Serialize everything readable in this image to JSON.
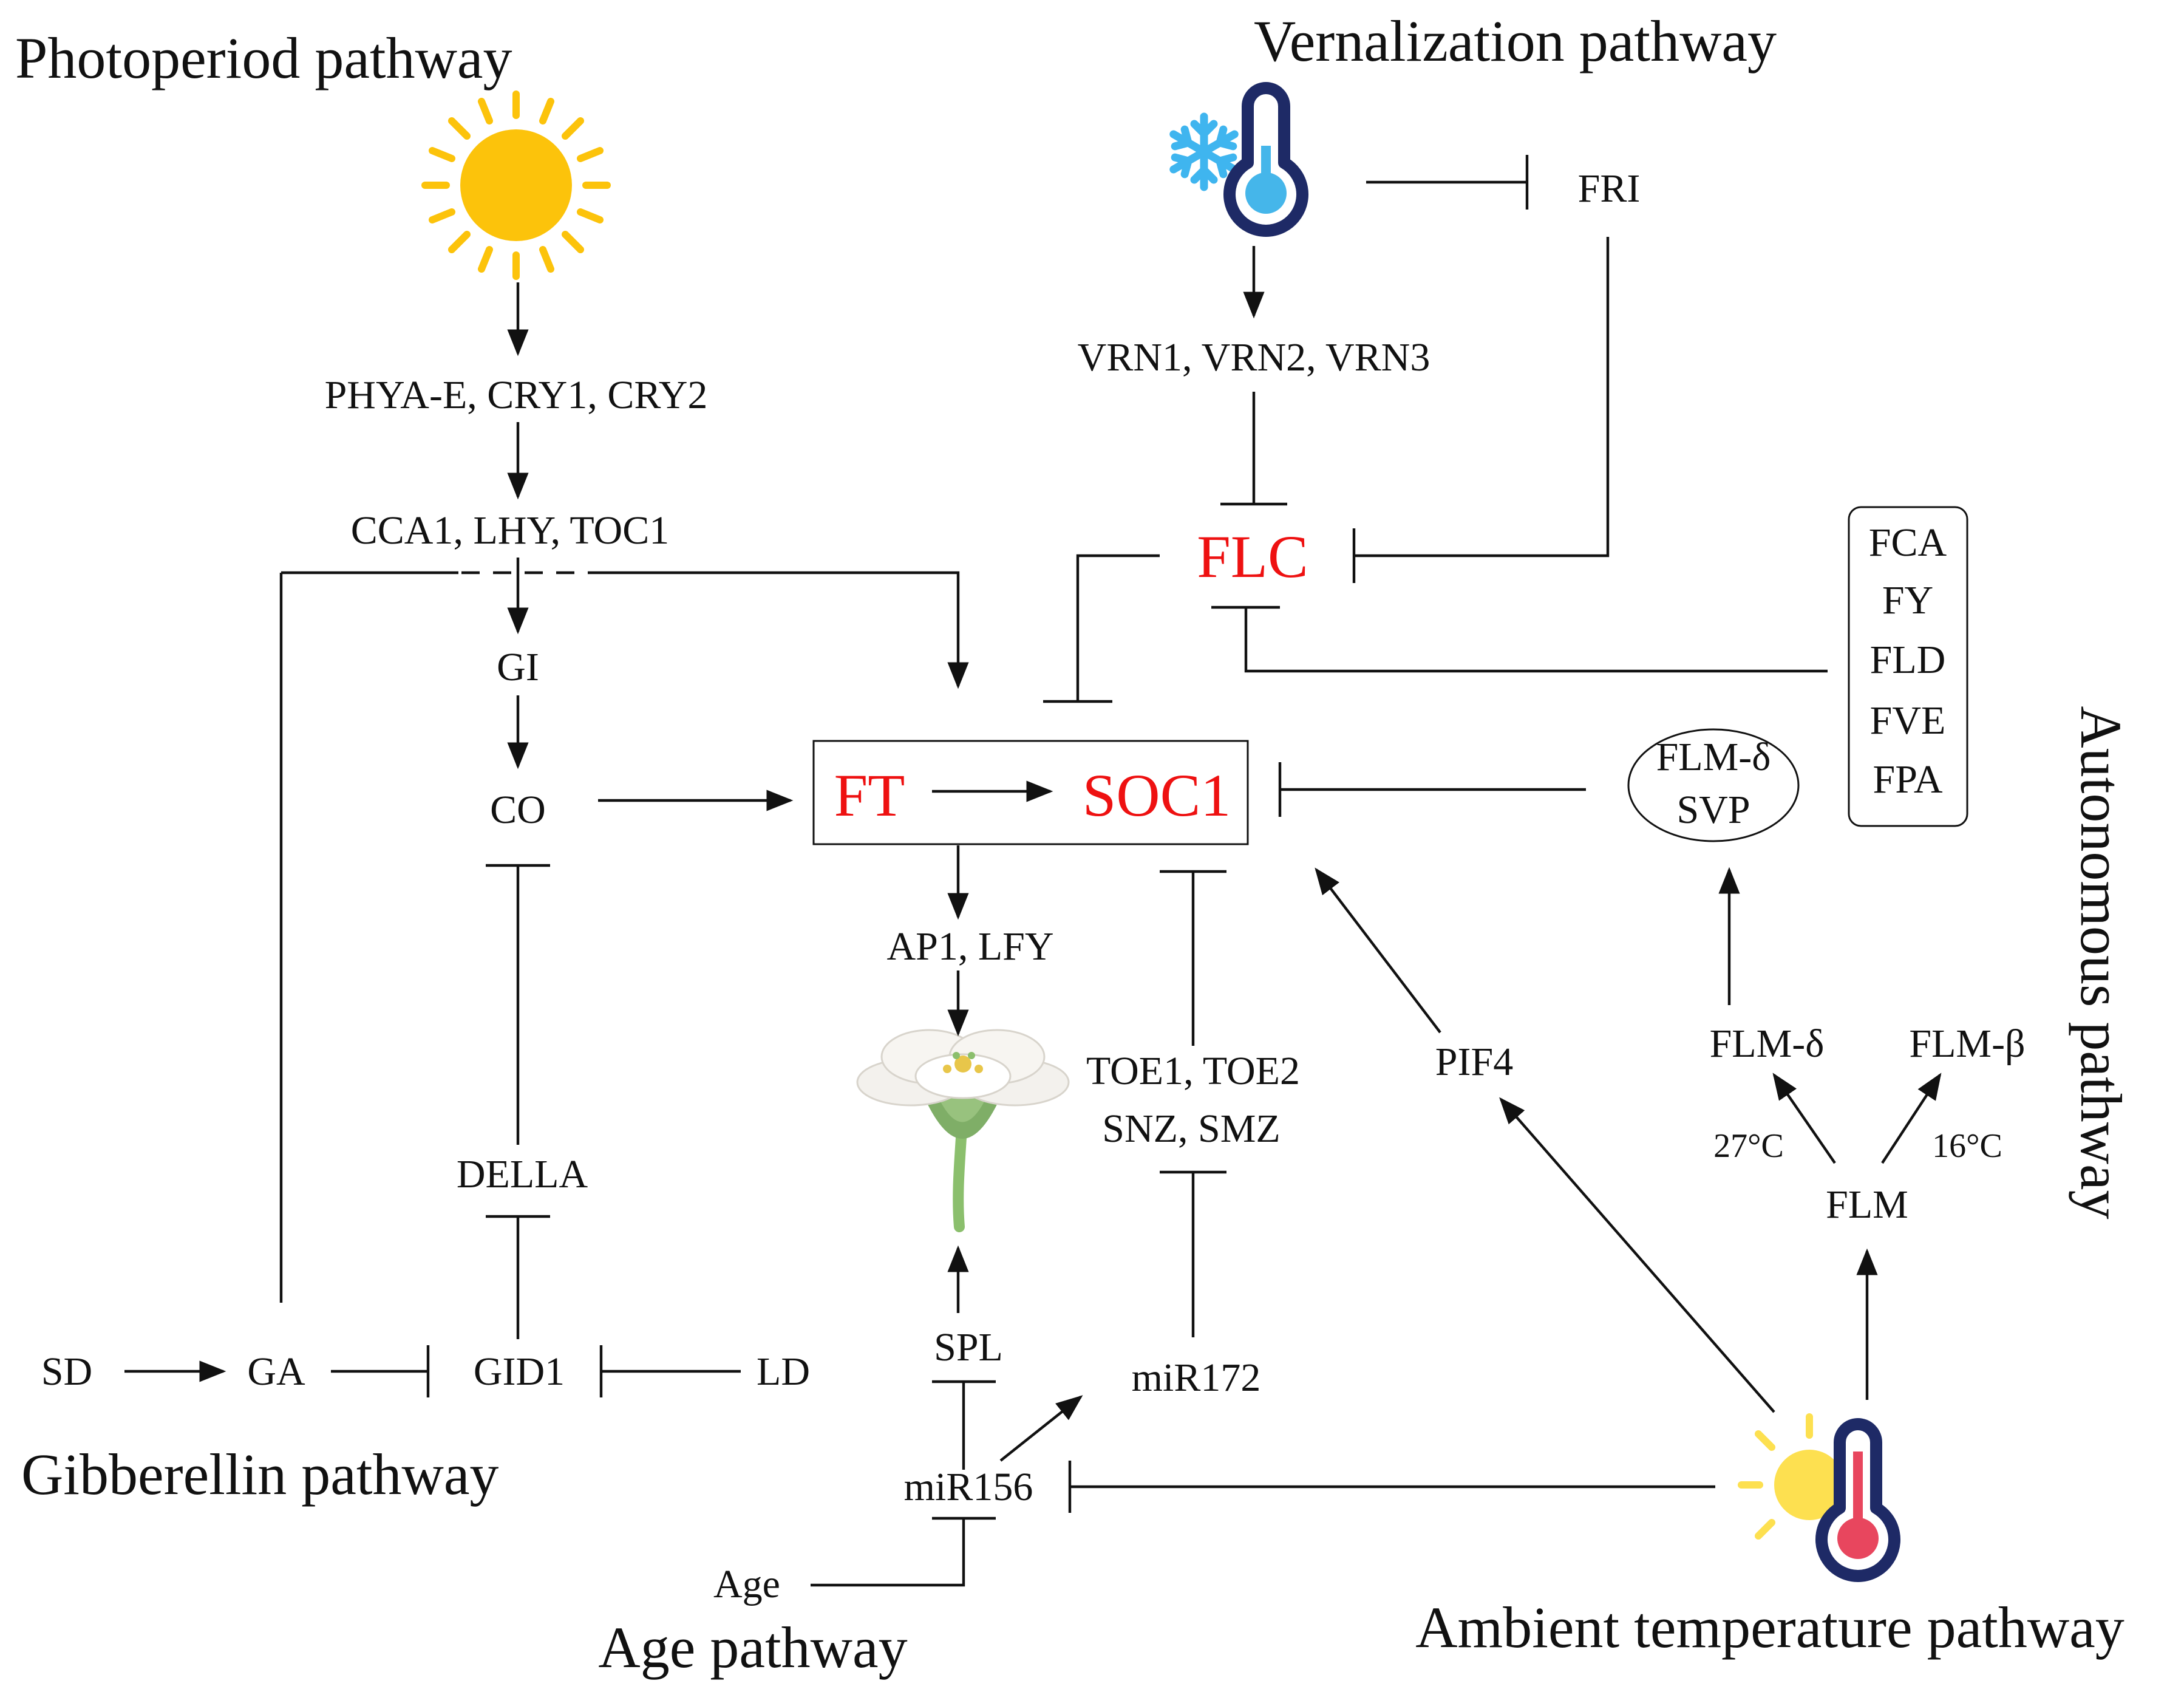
{
  "pathways": {
    "photoperiod": "Photoperiod pathway",
    "vernalization": "Vernalization pathway",
    "autonomous": "Autonomous pathway",
    "gibberellin": "Gibberellin pathway",
    "age": "Age pathway",
    "ambient": "Ambient temperature pathway"
  },
  "genes": {
    "phy_cry": "PHYA-E, CRY1, CRY2",
    "cca1_lhy_toc1": "CCA1, LHY, TOC1",
    "gi": "GI",
    "co": "CO",
    "della": "DELLA",
    "sd": "SD",
    "ga": "GA",
    "gid1": "GID1",
    "ld": "LD",
    "fri": "FRI",
    "vrn": "VRN1, VRN2, VRN3",
    "flc": "FLC",
    "ft": "FT",
    "soc1": "SOC1",
    "ap1_lfy": "AP1, LFY",
    "toe": "TOE1, TOE2",
    "snz_smz": "SNZ, SMZ",
    "mir172": "miR172",
    "spl": "SPL",
    "mir156": "miR156",
    "age": "Age",
    "pif4": "PIF4",
    "flm_delta_svp_1": "FLM-δ",
    "flm_delta_svp_2": "SVP",
    "autonomous_genes": [
      "FCA",
      "FY",
      "FLD",
      "FVE",
      "FPA"
    ],
    "flm_delta": "FLM-δ",
    "flm_beta": "FLM-β",
    "temp_high": "27°C",
    "temp_low": "16°C",
    "flm": "FLM"
  },
  "colors": {
    "key_genes": "#ee1111",
    "sun": "#fcc30b",
    "sun_pale": "#fde050",
    "snowflake": "#3fb5ef",
    "thermo_outline": "#1e2a66",
    "thermo_cold": "#45b6ea",
    "thermo_hot": "#e8465e",
    "petal": "#f3f1ed",
    "sepal": "#7fae67",
    "stem": "#8bbf6d"
  },
  "icons": [
    "sun-icon",
    "snowflake-icon",
    "cold-thermometer-icon",
    "flower-icon",
    "warm-sun-icon",
    "warm-thermometer-icon"
  ]
}
